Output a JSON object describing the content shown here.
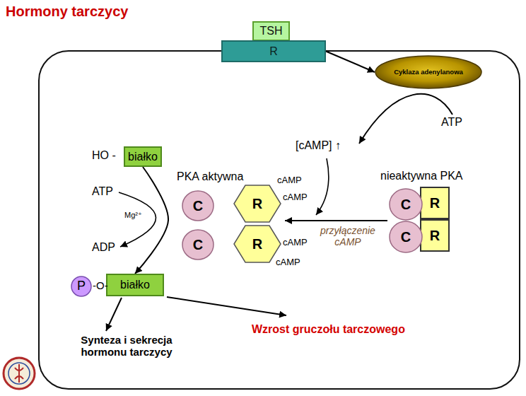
{
  "diagram": {
    "title": "Hormony tarczycy",
    "nodes": [
      {
        "text": [
          "TSH"
        ]
      },
      {
        "text": [
          "R"
        ]
      },
      {
        "text": [
          "Cyklaza adenylanowa"
        ]
      },
      {
        "text": [
          "białko"
        ]
      },
      {
        "text": [
          "C"
        ]
      },
      {
        "text": [
          "C"
        ]
      },
      {
        "text": [
          "R"
        ]
      },
      {
        "text": [
          "R"
        ]
      },
      {
        "text": [
          "C"
        ]
      },
      {
        "text": [
          "R"
        ]
      },
      {
        "text": [
          "C"
        ]
      },
      {
        "text": [
          "R"
        ]
      },
      {
        "text": [
          "P"
        ]
      },
      {
        "text": [
          "białko"
        ]
      }
    ],
    "edges": [
      {
        "from": 1,
        "to": 2,
        "arrow": "to"
      },
      {
        "from": 3,
        "to": 13,
        "arrow": "to"
      }
    ],
    "labels": [
      "ATP",
      "[cAMP] ↑",
      "HO -",
      "PKA aktywna",
      "nieaktywna PKA",
      "ATP",
      "Mg²⁺",
      "cAMP",
      "cAMP",
      "przyłączenie cAMP",
      "cAMP",
      "ADP",
      "cAMP",
      "-O-",
      "Synteza i sekrecja hormonu tarczycy",
      "Wzrost gruczołu tarczowego"
    ]
  }
}
